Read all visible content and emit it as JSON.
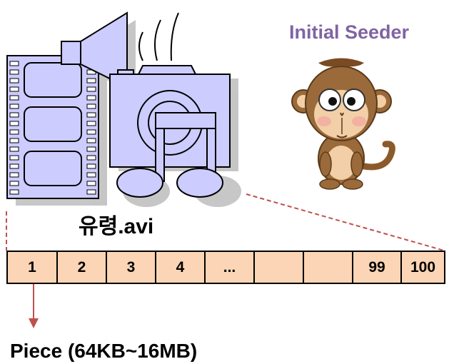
{
  "seeder": {
    "label": "Initial Seeder"
  },
  "file": {
    "name": "유령.avi"
  },
  "pieces": [
    "1",
    "2",
    "3",
    "4",
    "...",
    "",
    "",
    "99",
    "100"
  ],
  "piece_caption": "Piece (64KB~16MB)",
  "colors": {
    "piece_fill": "#fbd5b5",
    "icon_fill": "#ccccff",
    "seeder_text": "#8064a2",
    "dashed_line": "#c0504d",
    "arrow": "#c0504d"
  },
  "icons": [
    "media-icon",
    "monkey-icon"
  ]
}
